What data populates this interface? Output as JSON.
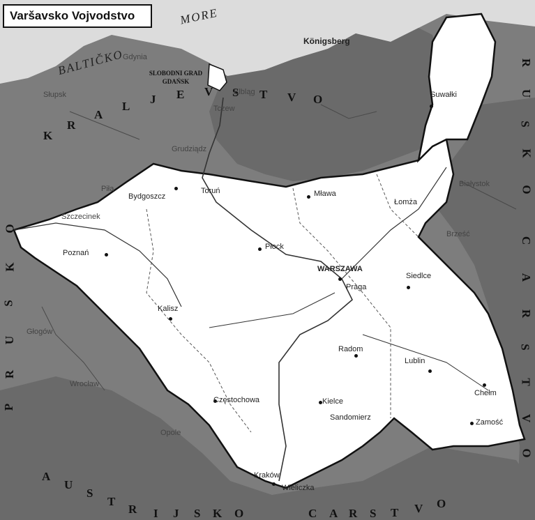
{
  "title": "Varšavsko Vojvodstvo",
  "sea": {
    "word1": "BALTIČKO",
    "word2": "MORE"
  },
  "free_city": {
    "line1": "SLOBODNI GRAD",
    "line2": "GDAŃSK"
  },
  "realms": {
    "kraljevstvo_letters": [
      "K",
      "R",
      "A",
      "L",
      "J",
      "E",
      "V",
      "S",
      "T",
      "V",
      "O"
    ],
    "prusko_letters": [
      "P",
      "R",
      "U",
      "S",
      "K",
      "O"
    ],
    "rusko_letters": [
      "R",
      "U",
      "S",
      "K",
      "O"
    ],
    "carstvo_east_letters": [
      "C",
      "A",
      "R",
      "S",
      "T",
      "V",
      "O"
    ],
    "austrijsko_letters": [
      "A",
      "U",
      "S",
      "T",
      "R",
      "I",
      "J",
      "S",
      "K",
      "O"
    ],
    "carstvo_south_letters": [
      "C",
      "A",
      "R",
      "S",
      "T",
      "V",
      "O"
    ]
  },
  "places": {
    "konigsberg": "Königsberg",
    "warszawa": "WARSZAWA",
    "bydgoszcz": "Bydgoszcz",
    "torun": "Toruń",
    "mlawa": "Mława",
    "lomza": "Łomża",
    "plock": "Płock",
    "poznan": "Poznań",
    "siedlce": "Siedlce",
    "kalisz": "Kalisz",
    "radom": "Radom",
    "lublin": "Lublin",
    "chelm": "Chełm",
    "zamosc": "Zamość",
    "czestochowa": "Częstochowa",
    "kielce": "Kielce",
    "sandomierz": "Sandomierz",
    "krakow": "Kraków",
    "wieliczka": "Wieliczka",
    "suwalki": "Suwałki",
    "bialystok": "Białystok",
    "elblag": "Elbląg",
    "gdynia": "Gdynia",
    "tczew": "Tczew",
    "grudziadz": "Grudziądz",
    "slupsk": "Słupsk",
    "szczecinek": "Szczecinek",
    "pila": "Piła",
    "glogow": "Głogów",
    "wroclaw": "Wrocław",
    "opole": "Opole",
    "praga": "Praga",
    "brzesc": "Brześć"
  },
  "colors": {
    "foreign_land": "#7d7d7d",
    "duchy_land": "#ffffff",
    "sea": "#dcdcdc",
    "border": "#111111"
  }
}
